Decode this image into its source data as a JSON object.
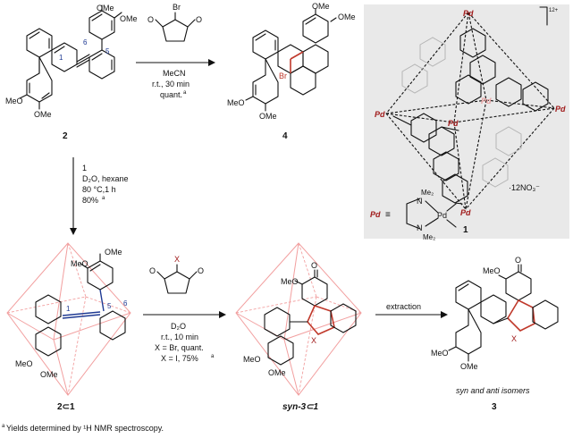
{
  "reagents": {
    "nbs_atom": "Br",
    "nbs_solvent": "MeCN",
    "nbs_time": "r.t., 30 min",
    "nbs_yield": "quant.",
    "nbs_note": "a",
    "step_reagent": "1",
    "step_solvent": "D₂O, hexane",
    "step_temp": "80 °C,1 h",
    "step_yield": "80%",
    "step_note": "a",
    "nxs_atom": "X",
    "nxs_solvent": "D₂O",
    "nxs_time": "r.t., 10 min",
    "nxs_br": "X = Br, quant.",
    "nxs_i": "X = I, 75%",
    "nxs_note": "a",
    "extraction": "extraction"
  },
  "atoms": {
    "ome": "OMe",
    "meo": "MeO",
    "br": "Br",
    "x": "X",
    "pd": "Pd",
    "n": "N",
    "me2": "Me₂",
    "o": "O",
    "num1": "1",
    "num5": "5",
    "num6": "6",
    "equiv": "≡",
    "counterion": "·12NO₃⁻",
    "charge": "12+"
  },
  "compounds": {
    "c2": "2",
    "c4": "4",
    "c1": "1",
    "c2in1": "2⊂1",
    "syn3in1": "syn-3⊂1",
    "c3": "3",
    "isomers": "syn and anti isomers"
  },
  "footnote": "Yields determined by ¹H NMR spectroscopy.",
  "footnote_mark": "a"
}
